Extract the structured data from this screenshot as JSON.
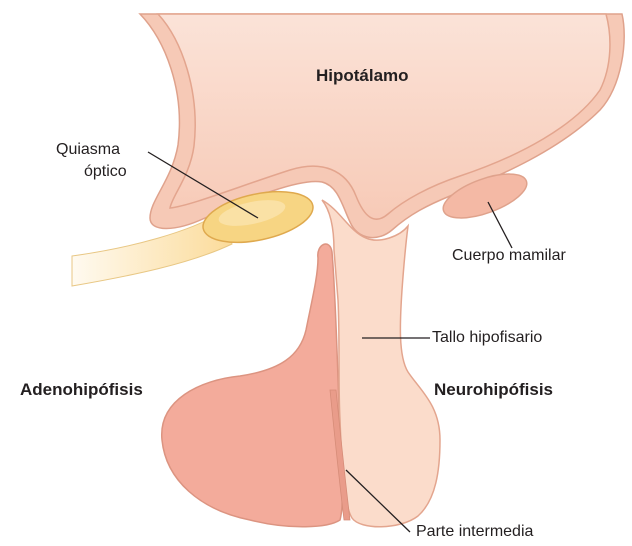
{
  "labels": {
    "hypothalamus": "Hipotálamo",
    "optic_chiasm_line1": "Quiasma",
    "optic_chiasm_line2": "óptico",
    "mammillary_body": "Cuerpo mamilar",
    "pituitary_stalk": "Tallo hipofisario",
    "adenohypophysis": "Adenohipófisis",
    "neurohypophysis": "Neurohipófisis",
    "pars_intermedia": "Parte intermedia"
  },
  "colors": {
    "tissue_fill": "#fad8c8",
    "tissue_outline": "#e3a58e",
    "adeno_fill": "#f2a99a",
    "neuro_fill": "#fbd9c9",
    "chiasm_fill": "#f8d98a",
    "nerve_fill": "#fbe3b0",
    "pointer_line": "#231f20",
    "text": "#231f20"
  }
}
